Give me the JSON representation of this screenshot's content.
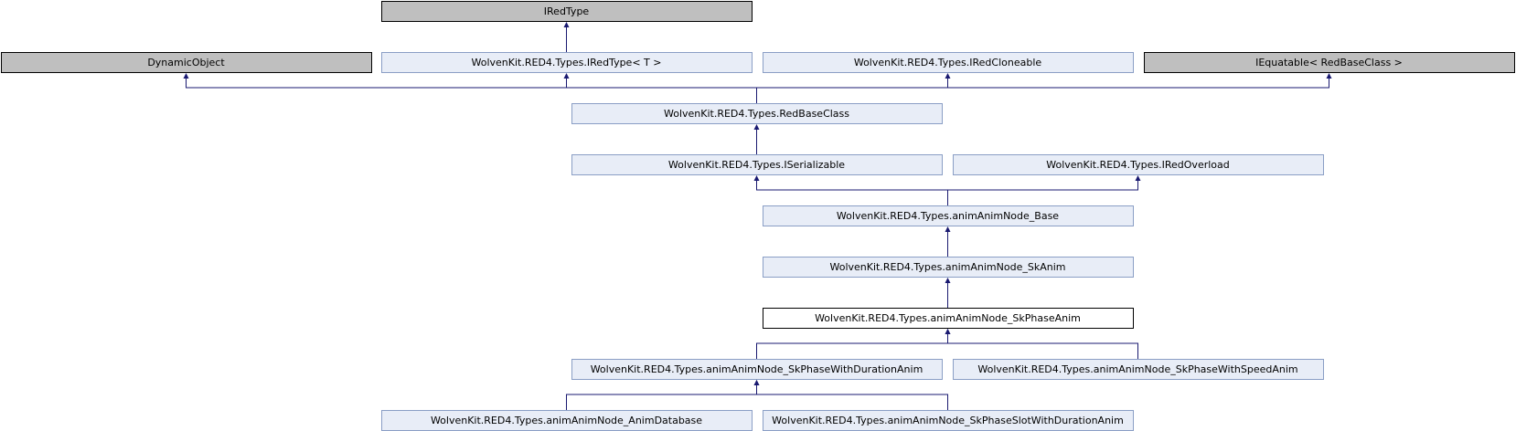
{
  "colors": {
    "external": "#bfbfbf",
    "documented": "#e8edf7",
    "current": "#ffffff",
    "documented_border": "#8a9ec5",
    "default_border": "#000000",
    "edge": "#191970"
  },
  "nodes": [
    {
      "id": "iredtype",
      "label": "IRedType",
      "kind": "external"
    },
    {
      "id": "dynamicobject",
      "label": "DynamicObject",
      "kind": "external"
    },
    {
      "id": "iredtype_t",
      "label": "WolvenKit.RED4.Types.IRedType< T >",
      "kind": "documented"
    },
    {
      "id": "iredcloneable",
      "label": "WolvenKit.RED4.Types.IRedCloneable",
      "kind": "documented"
    },
    {
      "id": "iequatable",
      "label": "IEquatable< RedBaseClass >",
      "kind": "external"
    },
    {
      "id": "redbaseclass",
      "label": "WolvenKit.RED4.Types.RedBaseClass",
      "kind": "documented"
    },
    {
      "id": "iserializable",
      "label": "WolvenKit.RED4.Types.ISerializable",
      "kind": "documented"
    },
    {
      "id": "iredoverload",
      "label": "WolvenKit.RED4.Types.IRedOverload",
      "kind": "documented"
    },
    {
      "id": "animnode_base",
      "label": "WolvenKit.RED4.Types.animAnimNode_Base",
      "kind": "documented"
    },
    {
      "id": "animnode_skanim",
      "label": "WolvenKit.RED4.Types.animAnimNode_SkAnim",
      "kind": "documented"
    },
    {
      "id": "animnode_skphaseanim",
      "label": "WolvenKit.RED4.Types.animAnimNode_SkPhaseAnim",
      "kind": "current"
    },
    {
      "id": "animnode_skphasewithduration",
      "label": "WolvenKit.RED4.Types.animAnimNode_SkPhaseWithDurationAnim",
      "kind": "documented"
    },
    {
      "id": "animnode_skphasewithspeed",
      "label": "WolvenKit.RED4.Types.animAnimNode_SkPhaseWithSpeedAnim",
      "kind": "documented"
    },
    {
      "id": "animnode_animdatabase",
      "label": "WolvenKit.RED4.Types.animAnimNode_AnimDatabase",
      "kind": "documented"
    },
    {
      "id": "animnode_skphaseslotwithduration",
      "label": "WolvenKit.RED4.Types.animAnimNode_SkPhaseSlotWithDurationAnim",
      "kind": "documented"
    }
  ],
  "edges": [
    {
      "from": "iredtype_t",
      "to": "iredtype"
    },
    {
      "from": "redbaseclass",
      "to": "dynamicobject"
    },
    {
      "from": "redbaseclass",
      "to": "iredtype_t"
    },
    {
      "from": "redbaseclass",
      "to": "iredcloneable"
    },
    {
      "from": "redbaseclass",
      "to": "iequatable"
    },
    {
      "from": "iserializable",
      "to": "redbaseclass"
    },
    {
      "from": "animnode_base",
      "to": "iserializable"
    },
    {
      "from": "animnode_base",
      "to": "iredoverload"
    },
    {
      "from": "animnode_skanim",
      "to": "animnode_base"
    },
    {
      "from": "animnode_skphaseanim",
      "to": "animnode_skanim"
    },
    {
      "from": "animnode_skphasewithduration",
      "to": "animnode_skphaseanim"
    },
    {
      "from": "animnode_skphasewithspeed",
      "to": "animnode_skphaseanim"
    },
    {
      "from": "animnode_animdatabase",
      "to": "animnode_skphasewithduration"
    },
    {
      "from": "animnode_skphaseslotwithduration",
      "to": "animnode_skphasewithduration"
    }
  ]
}
